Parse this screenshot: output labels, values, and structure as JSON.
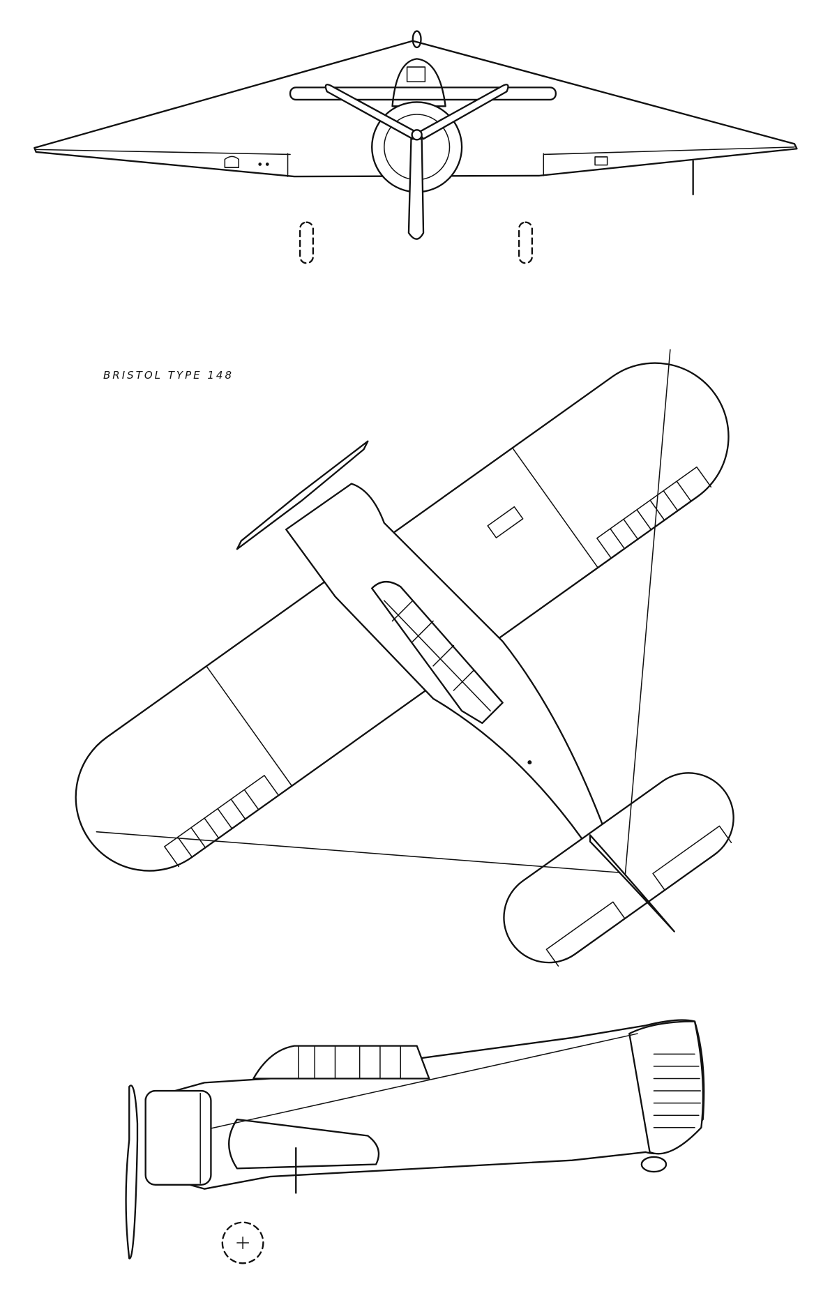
{
  "caption": "BRISTOL TYPE 148",
  "views": [
    "front-view",
    "plan-view",
    "side-view"
  ]
}
